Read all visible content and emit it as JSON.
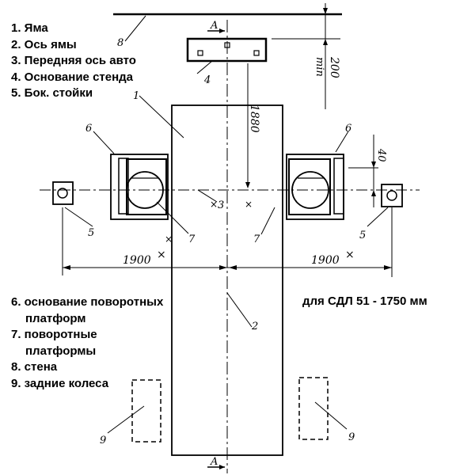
{
  "legend_top": [
    "1. Яма",
    "2. Ось ямы",
    "3. Передняя ось авто",
    "4. Основание стенда",
    "5. Бок. стойки"
  ],
  "legend_bottom": [
    "6. основание поворотных",
    "платформ",
    "7. поворотные",
    "платформы",
    "8. стена",
    "9. задние колеса"
  ],
  "note": "для СДЛ 51 - 1750 мм",
  "dimensions": {
    "d1880": "1880",
    "d200": "200",
    "d_min": "min",
    "d40": "40",
    "d1900_left": "1900",
    "d1900_right": "1900"
  },
  "section_mark": "A",
  "callouts": {
    "c1": "1",
    "c2": "2",
    "c3": "3",
    "c4": "4",
    "c5_left": "5",
    "c5_right": "5",
    "c6_left": "6",
    "c6_right": "6",
    "c7_left": "7",
    "c7_right": "7",
    "c8": "8",
    "c9_left": "9",
    "c9_right": "9"
  }
}
